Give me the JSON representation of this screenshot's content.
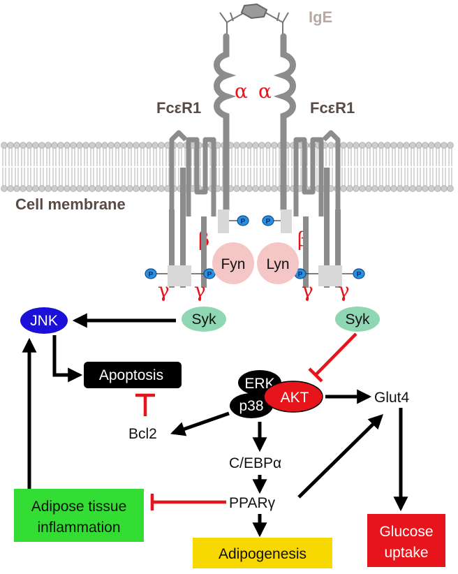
{
  "labels": {
    "ige": "IgE",
    "fce_left": "FcεR1",
    "fce_right": "FcεR1",
    "cell_membrane": "Cell membrane",
    "alpha": "α",
    "beta": "β",
    "gamma": "γ",
    "phospho": "P",
    "fyn": "Fyn",
    "lyn": "Lyn",
    "syk_left": "Syk",
    "syk_right": "Syk",
    "jnk": "JNK",
    "apoptosis": "Apoptosis",
    "erk": "ERK",
    "p38": "p38",
    "akt": "AKT",
    "glut4": "Glut4",
    "bcl2": "Bcl2",
    "cebpa": "C/EBPα",
    "pparg": "PPARγ",
    "adipose_line1": "Adipose tissue",
    "adipose_line2": "inflammation",
    "adipogenesis": "Adipogenesis",
    "glucose_line1": "Glucose",
    "glucose_line2": "uptake"
  },
  "colors": {
    "receptor": "#8c8c8c",
    "membrane_head": "#cccccc",
    "greek": "#e8141b",
    "inhibit": "#e8141b",
    "fyn_lyn": "#f5c6c6",
    "syk": "#8fd6b2",
    "jnk": "#1a10d8",
    "phospho": "#2a8fe0",
    "akt": "#e8141b",
    "adipose": "#33dd33",
    "adipogenesis": "#f7d800",
    "glucose": "#e8141b"
  }
}
